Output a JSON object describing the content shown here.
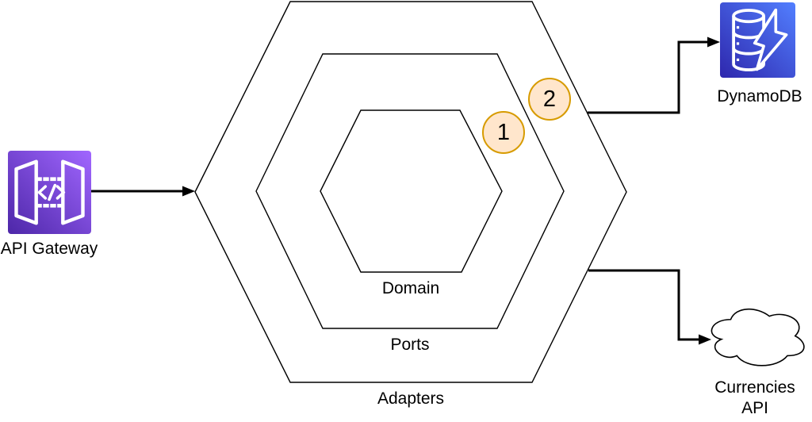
{
  "diagram": {
    "layers": {
      "domain": "Domain",
      "ports": "Ports",
      "adapters": "Adapters"
    },
    "badges": [
      {
        "number": "1"
      },
      {
        "number": "2"
      }
    ],
    "nodes": {
      "api_gateway": {
        "label": "API Gateway",
        "icon": "api-gateway-icon"
      },
      "dynamodb": {
        "label": "DynamoDB",
        "icon": "database-lightning-icon"
      },
      "currencies_api": {
        "label_line1": "Currencies",
        "label_line2": "API",
        "icon": "cloud-icon"
      }
    },
    "colors": {
      "background": "#FFFFFF",
      "line": "#000000",
      "badge_fill": "#FFE6CC",
      "badge_border": "#D79B00",
      "api_gateway_gradient_start": "#4D27A8",
      "api_gateway_gradient_end": "#A166FF",
      "dynamodb_gradient_start": "#2E27AD",
      "dynamodb_gradient_end": "#527FFF"
    }
  }
}
